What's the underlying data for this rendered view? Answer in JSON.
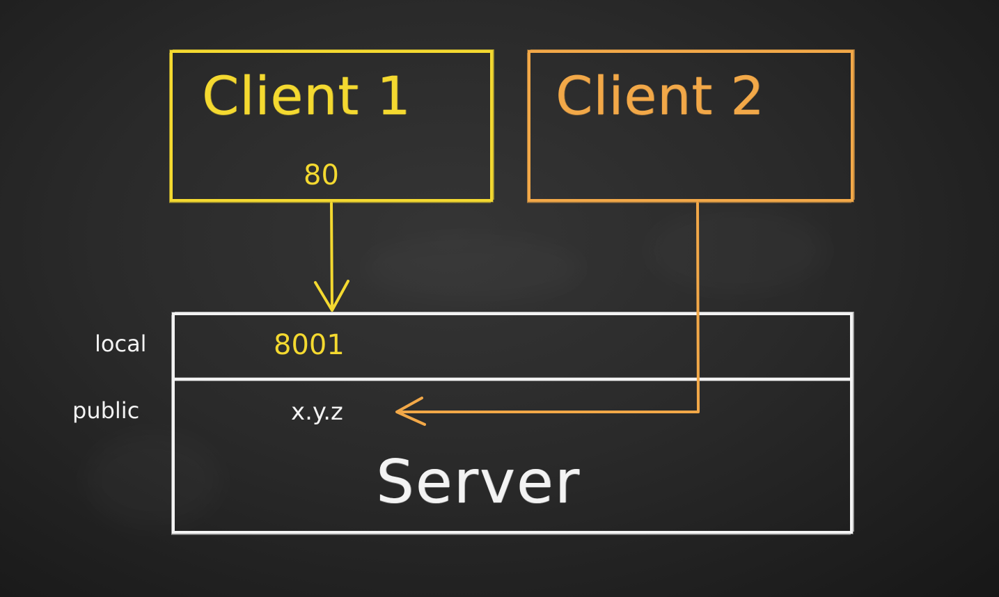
{
  "colors": {
    "background": "#2a2a2a",
    "client1": "#f4d930",
    "client2": "#f2a848",
    "server": "#f3f3f3"
  },
  "client1": {
    "title": "Client 1",
    "port": "80"
  },
  "client2": {
    "title": "Client 2"
  },
  "server": {
    "title": "Server",
    "local_label": "local",
    "local_port": "8001",
    "public_label": "public",
    "public_address": "x.y.z"
  }
}
